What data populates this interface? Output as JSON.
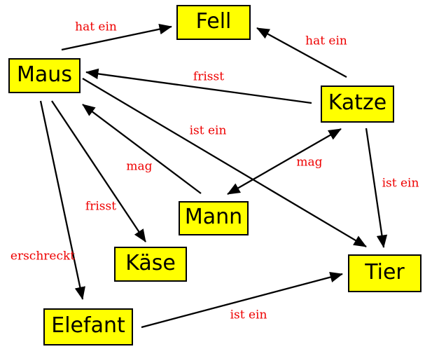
{
  "diagram": {
    "title": "semantic-network",
    "background_color": "#ffffff",
    "node_fill_color": "#ffff00",
    "node_border_color": "#000000",
    "node_text_color": "#000000",
    "edge_color": "#000000",
    "edge_label_color": "#ee0000",
    "nodes": [
      {
        "id": "fell",
        "label": "Fell"
      },
      {
        "id": "maus",
        "label": "Maus"
      },
      {
        "id": "katze",
        "label": "Katze"
      },
      {
        "id": "mann",
        "label": "Mann"
      },
      {
        "id": "kaese",
        "label": "Käse"
      },
      {
        "id": "tier",
        "label": "Tier"
      },
      {
        "id": "elefant",
        "label": "Elefant"
      }
    ],
    "edges": [
      {
        "from": "Maus",
        "to": "Fell",
        "label": "hat ein",
        "bidirectional": false
      },
      {
        "from": "Katze",
        "to": "Fell",
        "label": "hat ein",
        "bidirectional": false
      },
      {
        "from": "Katze",
        "to": "Maus",
        "label": "frisst",
        "bidirectional": false
      },
      {
        "from": "Mann",
        "to": "Maus",
        "label": "mag",
        "bidirectional": false
      },
      {
        "from": "Mann",
        "to": "Katze",
        "label": "mag",
        "bidirectional": true
      },
      {
        "from": "Maus",
        "to": "Käse",
        "label": "frisst",
        "bidirectional": false
      },
      {
        "from": "Maus",
        "to": "Elefant",
        "label": "erschreckt",
        "bidirectional": false
      },
      {
        "from": "Maus",
        "to": "Tier",
        "label": "ist ein",
        "bidirectional": false
      },
      {
        "from": "Katze",
        "to": "Tier",
        "label": "ist ein",
        "bidirectional": false
      },
      {
        "from": "Elefant",
        "to": "Tier",
        "label": "ist ein",
        "bidirectional": false
      }
    ]
  }
}
